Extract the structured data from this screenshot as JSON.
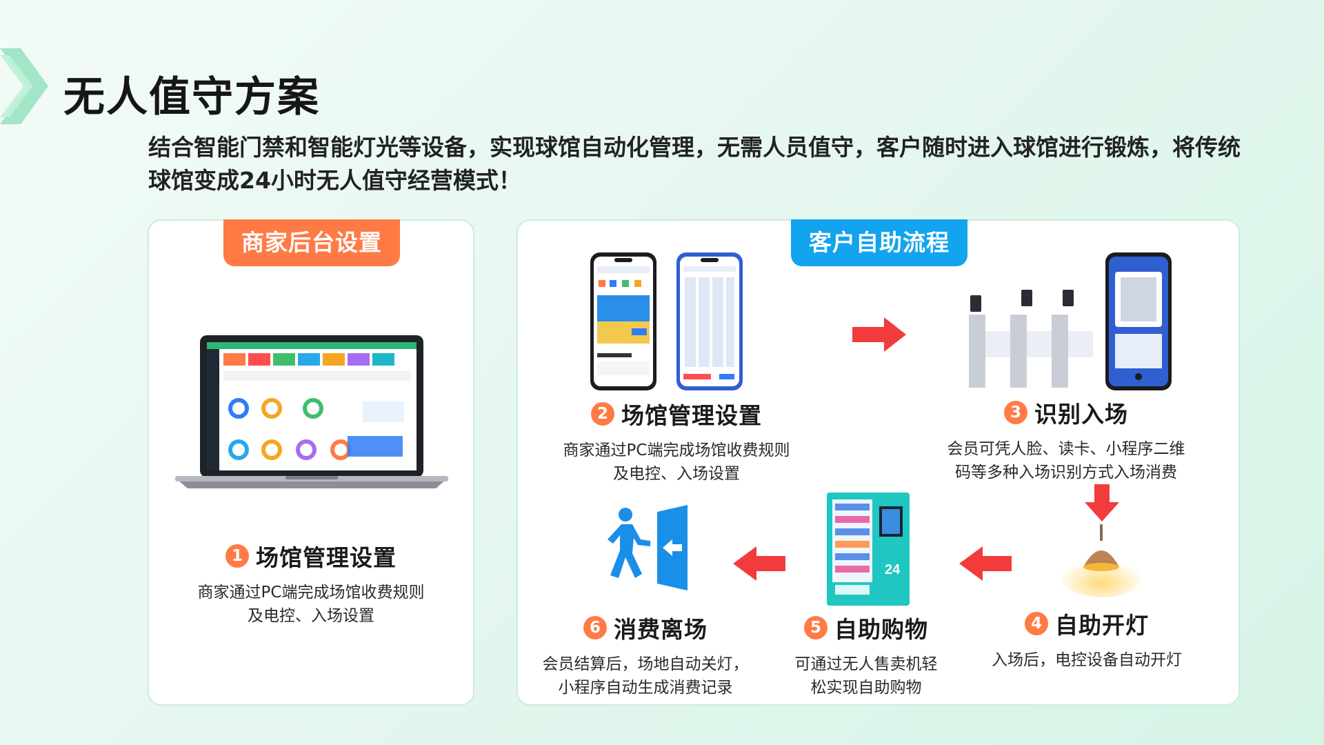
{
  "page": {
    "title": "无人值守方案",
    "description": "结合智能门禁和智能灯光等设备，实现球馆自动化管理，无需人员值守，客户随时进入球馆进行锻炼，将传统球馆变成24小时无人值守经营模式！"
  },
  "colors": {
    "accent_orange": "#ff7a45",
    "accent_blue": "#12a4ee",
    "arrow_red": "#f23b3b",
    "panel_border": "#c9eddc"
  },
  "left_panel": {
    "tab": "商家后台设置",
    "step": {
      "number": "1",
      "title": "场馆管理设置",
      "line1": "商家通过PC端完成场馆收费规则",
      "line2": "及电控、入场设置"
    }
  },
  "right_panel": {
    "tab": "客户自助流程",
    "steps": [
      {
        "number": "2",
        "title": "场馆管理设置",
        "line1": "商家通过PC端完成场馆收费规则",
        "line2": "及电控、入场设置"
      },
      {
        "number": "3",
        "title": "识别入场",
        "line1": "会员可凭人脸、读卡、小程序二维",
        "line2": "码等多种入场识别方式入场消费"
      },
      {
        "number": "4",
        "title": "自助开灯",
        "line1": "入场后，电控设备自动开灯",
        "line2": ""
      },
      {
        "number": "5",
        "title": "自助购物",
        "line1": "可通过无人售卖机轻",
        "line2": "松实现自助购物"
      },
      {
        "number": "6",
        "title": "消费离场",
        "line1": "会员结算后，场地自动关灯，",
        "line2": "小程序自动生成消费记录"
      }
    ]
  },
  "icons": [
    "chevron-icon",
    "laptop-icon",
    "phone-icon",
    "turnstile-icon",
    "lamp-icon",
    "vending-machine-icon",
    "exit-icon",
    "arrow-right-icon",
    "arrow-down-icon",
    "arrow-left-icon"
  ]
}
